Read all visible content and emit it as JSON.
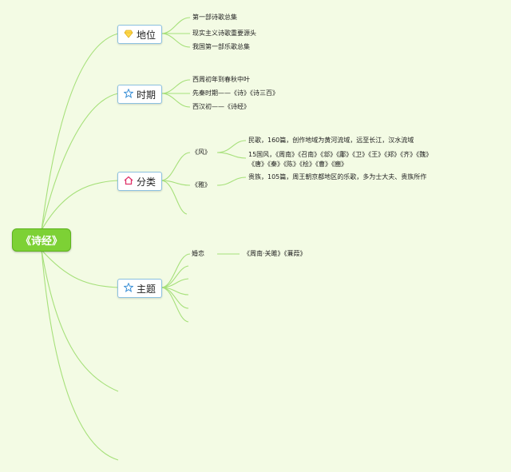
{
  "root": {
    "label": "《诗经》"
  },
  "branches": [
    {
      "label": "地位",
      "icon": "diamond-icon",
      "items": [
        "第一部诗歌总集",
        "现实主义诗歌重要源头",
        "我国第一部乐歌总集"
      ]
    },
    {
      "label": "时期",
      "icon": "star-icon",
      "items": [
        "西周初年到春秋中叶",
        "先秦时期——《诗》《诗三百》",
        "西汉初——《诗经》"
      ]
    },
    {
      "label": "分类",
      "icon": "home-icon",
      "subs": [
        {
          "label": "《风》",
          "details": [
            "民歌，160篇，创作地域为黄河流域，远至长江，汉水流域",
            "15国风，《周南》《召南》《邶》《鄘》《卫》《王》《郑》《齐》《魏》",
            "《唐》《秦》《陈》《桧》《曹》《豳》"
          ]
        },
        {
          "label": "《雅》",
          "details": [
            "贵族，105篇，周王朝京都地区的乐歌，多为士大夫、贵族所作"
          ]
        }
      ]
    },
    {
      "label": "主题",
      "icon": "star-icon",
      "subs": [
        {
          "label": "婚恋",
          "details": [
            "《周南·关雎》《蒹葭》"
          ]
        }
      ]
    }
  ],
  "colors": {
    "connector": "#a6e07a",
    "root_fill": "#7dd135",
    "node_border": "#8cc1e0",
    "background": "#f3fbe4"
  }
}
